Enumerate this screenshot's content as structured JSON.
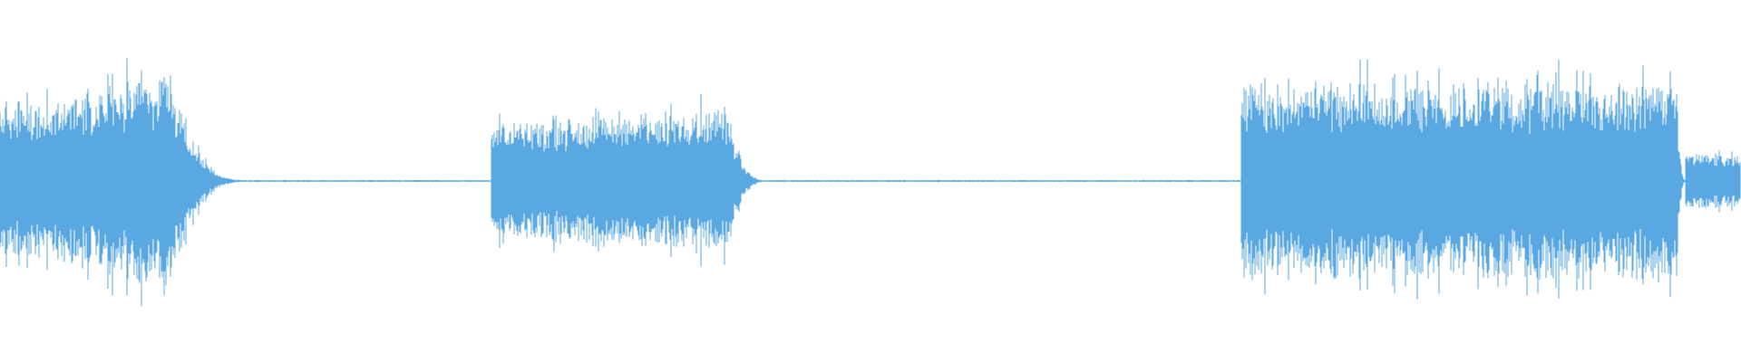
{
  "waveform": {
    "color": "#5aa8e2",
    "background": "#ffffff",
    "segments": [
      {
        "label": "burst-1",
        "start": 0.0,
        "end": 0.098,
        "amplitude": 0.62,
        "decay_end": 0.14
      },
      {
        "label": "silence-1",
        "start": 0.14,
        "end": 0.282,
        "amplitude": 0.006
      },
      {
        "label": "burst-2",
        "start": 0.282,
        "end": 0.418,
        "amplitude": 0.42,
        "decay_end": 0.44
      },
      {
        "label": "silence-2",
        "start": 0.44,
        "end": 0.704,
        "amplitude": 0.006
      },
      {
        "label": "burst-3",
        "start": 0.713,
        "end": 0.963,
        "amplitude": 0.62,
        "decay_end": 0.968
      },
      {
        "label": "tail-3",
        "start": 0.963,
        "end": 1.0,
        "amplitude": 0.18
      }
    ]
  }
}
